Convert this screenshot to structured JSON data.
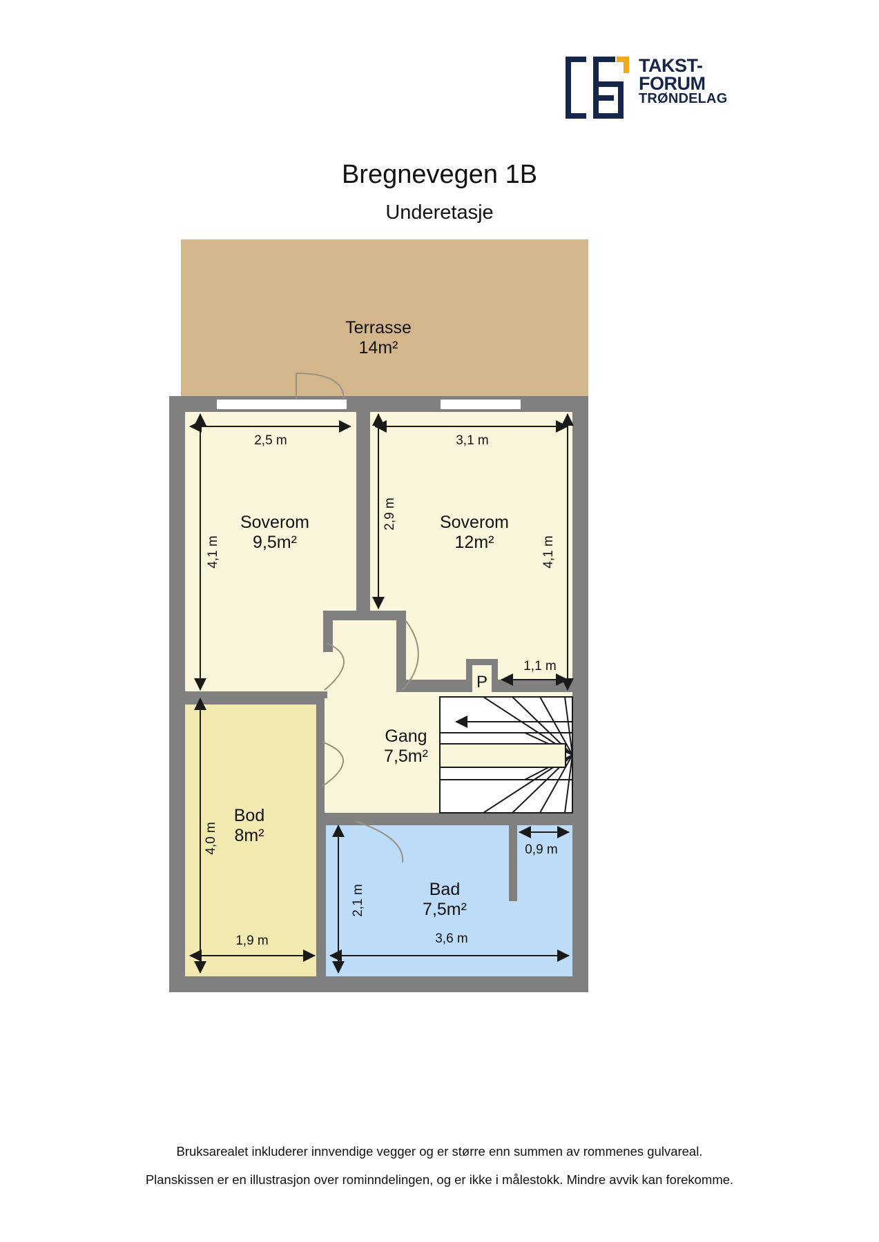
{
  "logo": {
    "line1": "TAKST-",
    "line2": "FORUM",
    "line3": "TRØNDELAG",
    "mark_color": "#16264a",
    "accent_color": "#f0a81e"
  },
  "header": {
    "title": "Bregnevegen 1B",
    "subtitle": "Underetasje"
  },
  "colors": {
    "wall": "#808080",
    "terrace_fill": "#d4b68d",
    "room_fill": "#faf6dc",
    "storage_fill": "#f2eab1",
    "bath_fill": "#bcdcf7",
    "stair_fill": "#ffffff",
    "dimension": "#1a1a1a",
    "door_swing": "#9a9280"
  },
  "rooms": [
    {
      "key": "terrasse",
      "name": "Terrasse",
      "area": "14m²"
    },
    {
      "key": "soverom_left",
      "name": "Soverom",
      "area": "9,5m²"
    },
    {
      "key": "soverom_right",
      "name": "Soverom",
      "area": "12m²"
    },
    {
      "key": "gang",
      "name": "Gang",
      "area": "7,5m²"
    },
    {
      "key": "bod",
      "name": "Bod",
      "area": "8m²"
    },
    {
      "key": "bad",
      "name": "Bad",
      "area": "7,5m²"
    }
  ],
  "markers": {
    "pillar_label": "P"
  },
  "dimensions": {
    "soverom_left_width": "2,5 m",
    "soverom_left_height": "4,1 m",
    "soverom_right_width": "3,1 m",
    "soverom_right_height": "4,1 m",
    "soverom_right_inner_height": "2,9 m",
    "pillar_width": "1,1 m",
    "bod_height": "4,0 m",
    "bod_width": "1,9 m",
    "bad_height": "2,1 m",
    "bad_width": "3,6 m",
    "bad_right_width": "0,9 m"
  },
  "footer": {
    "line1": "Bruksarealet inkluderer innvendige vegger og er større enn summen av rommenes gulvareal.",
    "line2": "Planskissen er en illustrasjon over rominndelingen, og er ikke i målestokk. Mindre avvik kan forekomme."
  }
}
